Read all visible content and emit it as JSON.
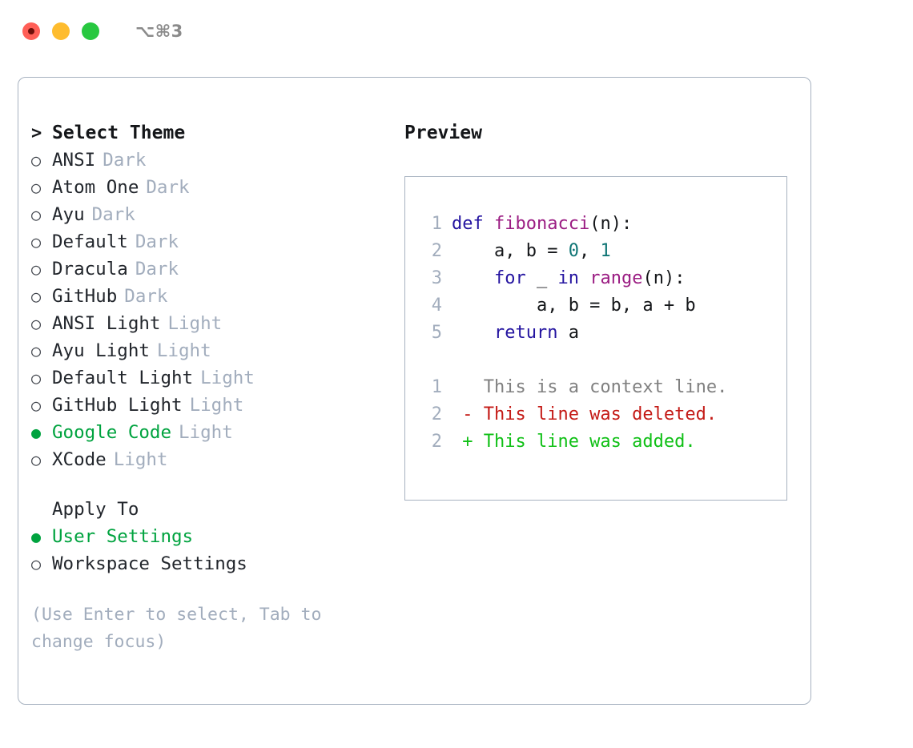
{
  "window": {
    "shortcut_label": "⌥⌘3",
    "traffic_lights": [
      "close",
      "minimize",
      "maximize"
    ]
  },
  "left_panel": {
    "caret": ">",
    "header": "Select Theme",
    "bullet_unselected": "○",
    "bullet_selected": "●",
    "themes": [
      {
        "name": "ANSI",
        "tag": "Dark",
        "selected": false
      },
      {
        "name": "Atom One",
        "tag": "Dark",
        "selected": false
      },
      {
        "name": "Ayu",
        "tag": "Dark",
        "selected": false
      },
      {
        "name": "Default",
        "tag": "Dark",
        "selected": false
      },
      {
        "name": "Dracula",
        "tag": "Dark",
        "selected": false
      },
      {
        "name": "GitHub",
        "tag": "Dark",
        "selected": false
      },
      {
        "name": "ANSI Light",
        "tag": "Light",
        "selected": false
      },
      {
        "name": "Ayu Light",
        "tag": "Light",
        "selected": false
      },
      {
        "name": "Default Light",
        "tag": "Light",
        "selected": false
      },
      {
        "name": "GitHub Light",
        "tag": "Light",
        "selected": false
      },
      {
        "name": "Google Code",
        "tag": "Light",
        "selected": true
      },
      {
        "name": "XCode",
        "tag": "Light",
        "selected": false
      }
    ],
    "apply_to_header": "Apply To",
    "apply_to_options": [
      {
        "name": "User Settings",
        "selected": true
      },
      {
        "name": "Workspace Settings",
        "selected": false
      }
    ],
    "hint": "(Use Enter to select, Tab to change focus)"
  },
  "right_panel": {
    "title": "Preview",
    "code_lines": [
      {
        "no": "1",
        "tokens": [
          {
            "t": "def",
            "c": "kw"
          },
          {
            "t": " ",
            "c": "txt"
          },
          {
            "t": "fibonacci",
            "c": "fn"
          },
          {
            "t": "(n):",
            "c": "txt"
          }
        ]
      },
      {
        "no": "2",
        "tokens": [
          {
            "t": "    a, b = ",
            "c": "txt"
          },
          {
            "t": "0",
            "c": "num"
          },
          {
            "t": ", ",
            "c": "txt"
          },
          {
            "t": "1",
            "c": "num"
          }
        ]
      },
      {
        "no": "3",
        "tokens": [
          {
            "t": "    ",
            "c": "txt"
          },
          {
            "t": "for",
            "c": "kw"
          },
          {
            "t": " _ ",
            "c": "txt"
          },
          {
            "t": "in",
            "c": "kw"
          },
          {
            "t": " ",
            "c": "txt"
          },
          {
            "t": "range",
            "c": "fn"
          },
          {
            "t": "(n):",
            "c": "txt"
          }
        ]
      },
      {
        "no": "4",
        "tokens": [
          {
            "t": "        a, b = b, a + b",
            "c": "txt"
          }
        ]
      },
      {
        "no": "5",
        "tokens": [
          {
            "t": "    ",
            "c": "txt"
          },
          {
            "t": "return",
            "c": "kw"
          },
          {
            "t": " a",
            "c": "txt"
          }
        ]
      }
    ],
    "diff_lines": [
      {
        "no": "1",
        "marker": " ",
        "text": " This is a context line.",
        "kind": "ctx"
      },
      {
        "no": "2",
        "marker": "-",
        "text": " This line was deleted.",
        "kind": "del"
      },
      {
        "no": "2",
        "marker": "+",
        "text": " This line was added.",
        "kind": "add"
      }
    ]
  },
  "colors": {
    "accent_green": "#00a33f",
    "muted": "#a2adbd",
    "border": "#a7b2c0",
    "keyword": "#2414a0",
    "function": "#9b1d83",
    "number": "#0f7575",
    "diff_delete": "#c41a16",
    "diff_add": "#10c016"
  }
}
